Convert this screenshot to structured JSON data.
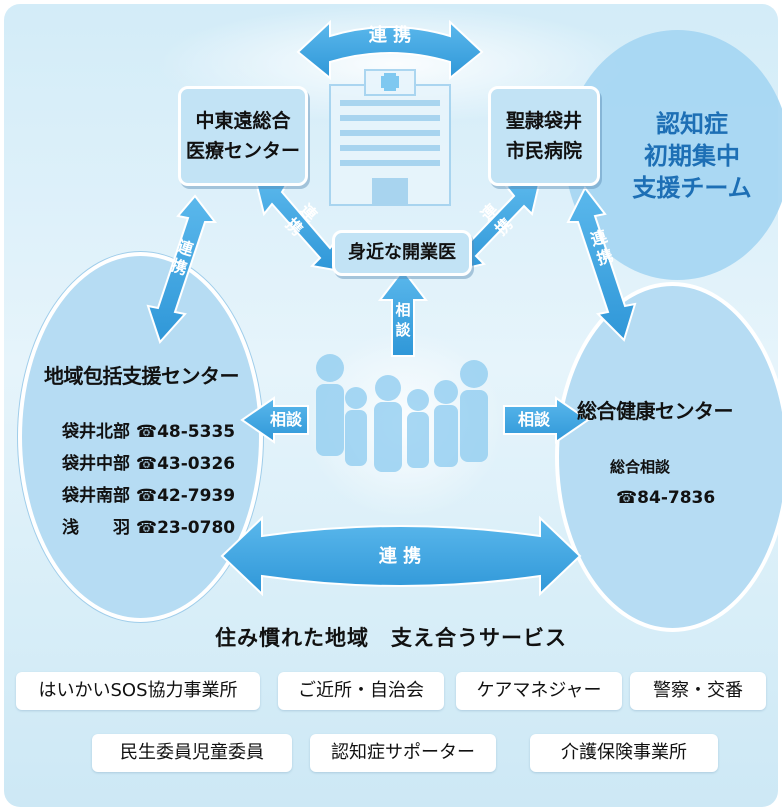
{
  "arrows": {
    "top": "連 携",
    "bottom": "連 携",
    "left_diag": "連携",
    "right_diag": "連携",
    "left_vertical": "連携",
    "right_vertical": "連携",
    "up_consult": "相談",
    "left_consult": "相談",
    "right_consult": "相談"
  },
  "hospitals": {
    "left": {
      "line1": "中東遠総合",
      "line2": "医療センター"
    },
    "right": {
      "line1": "聖隷袋井",
      "line2": "市民病院"
    }
  },
  "clinic": "身近な開業医",
  "team": {
    "line1": "認知症",
    "line2": "初期集中",
    "line3": "支援チーム"
  },
  "left_center": {
    "title": "地域包括支援センター",
    "branches": [
      {
        "name": "袋井北部",
        "tel": "☎48-5335"
      },
      {
        "name": "袋井中部",
        "tel": "☎43-0326"
      },
      {
        "name": "袋井南部",
        "tel": "☎42-7939"
      },
      {
        "name": "浅　　羽",
        "tel": "☎23-0780"
      }
    ]
  },
  "right_center": {
    "title": "総合健康センター",
    "subtitle": "総合相談",
    "tel": "☎84-7836"
  },
  "services": {
    "title": "住み慣れた地域　支え合うサービス",
    "row1": [
      "はいかいSOS協力事業所",
      "ご近所・自治会",
      "ケアマネジャー",
      "警察・交番"
    ],
    "row2": [
      "民生委員児童委員",
      "認知症サポーター",
      "介護保険事業所"
    ]
  },
  "colors": {
    "arrow": "#3aa3e0",
    "team_text": "#1d6fb5",
    "box_fill": "#c2e3f5",
    "ellipse_fill": "#b6dcf3"
  }
}
